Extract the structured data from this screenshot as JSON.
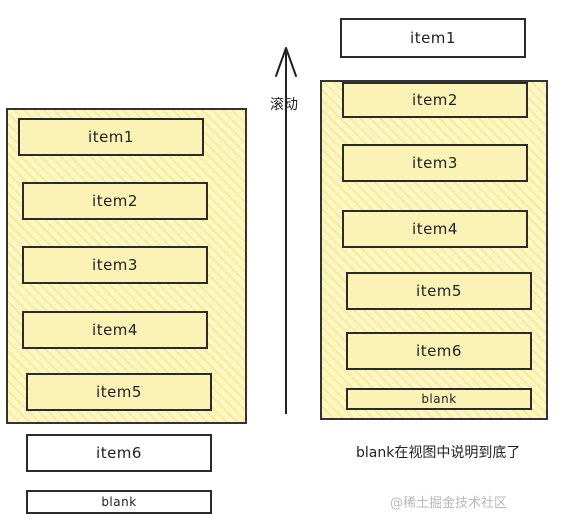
{
  "left": {
    "items": [
      {
        "label": "item1",
        "in_view": true
      },
      {
        "label": "item2",
        "in_view": true
      },
      {
        "label": "item3",
        "in_view": true
      },
      {
        "label": "item4",
        "in_view": true
      },
      {
        "label": "item5",
        "in_view": true
      },
      {
        "label": "item6",
        "in_view": false
      },
      {
        "label": "blank",
        "in_view": false
      }
    ]
  },
  "right": {
    "items": [
      {
        "label": "item1",
        "in_view": false
      },
      {
        "label": "item2",
        "in_view": true
      },
      {
        "label": "item3",
        "in_view": true
      },
      {
        "label": "item4",
        "in_view": true
      },
      {
        "label": "item5",
        "in_view": true
      },
      {
        "label": "item6",
        "in_view": true
      },
      {
        "label": "blank",
        "in_view": true
      }
    ],
    "caption": "blank在视图中说明到底了"
  },
  "scroll_label": "滚动",
  "watermark": "@稀土掘金技术社区",
  "colors": {
    "viewport": "#fbf6c2",
    "border": "#333333",
    "watermark": "#b8b8b8"
  }
}
